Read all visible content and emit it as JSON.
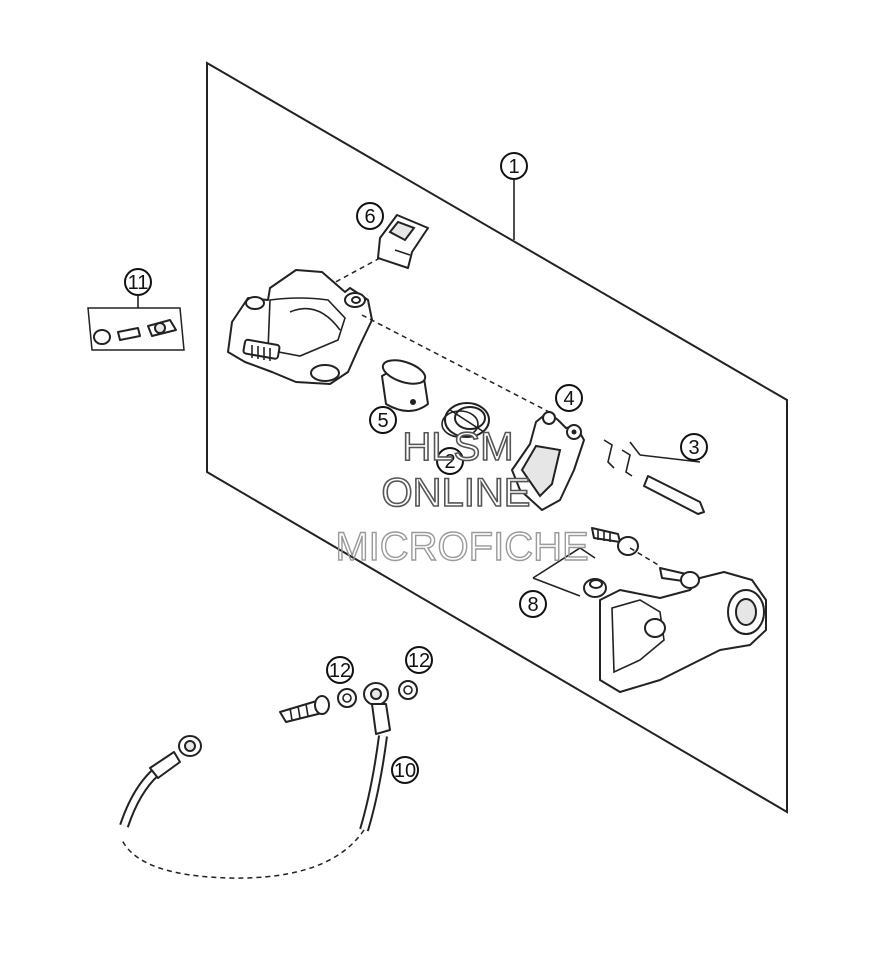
{
  "callouts": {
    "c1": "1",
    "c2": "2",
    "c3": "3",
    "c4": "4",
    "c5": "5",
    "c6": "6",
    "c8": "8",
    "c10": "10",
    "c11": "11",
    "c12a": "12",
    "c12b": "12"
  },
  "watermark": {
    "line1": "HLSM",
    "line2": "ONLINE",
    "line3": "MICROFICHE"
  }
}
